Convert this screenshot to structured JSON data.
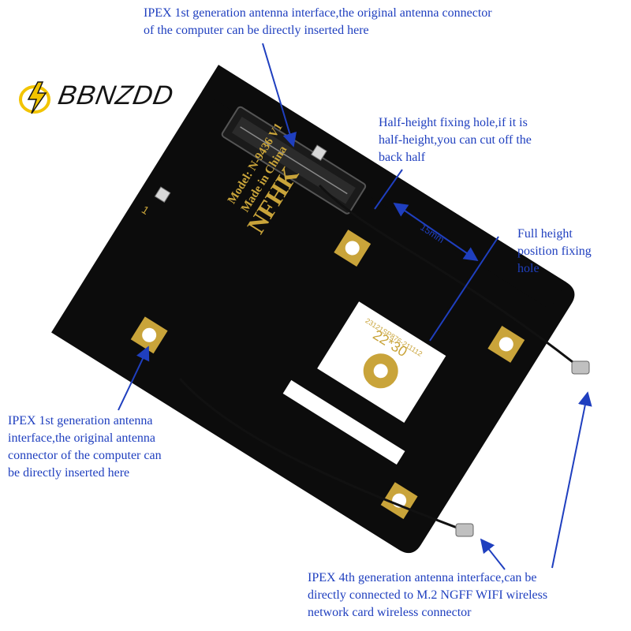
{
  "logo": {
    "text": "BBNZDD"
  },
  "annotations": {
    "top": [
      "IPEX 1st generation antenna interface,the original antenna connector",
      "of the computer can be directly inserted here"
    ],
    "half_height": [
      "Half-height fixing hole,if it is",
      "half-height,you can cut off the",
      "back half"
    ],
    "full_height": [
      "Full height",
      "position fixing",
      "hole"
    ],
    "left": [
      "IPEX 1st generation antenna",
      "interface,the original antenna",
      "connector of the computer can",
      "be directly inserted here"
    ],
    "bottom": [
      "IPEX 4th generation antenna interface,can be",
      "directly connected to M.2 NGFF WIFI wireless",
      "network card wireless connector"
    ]
  },
  "dimension_label": "15mm",
  "board": {
    "model": "Model: N-9436 V1",
    "made_in": "Made in China",
    "brand": "NFHK",
    "size_label": "22*30",
    "serial": "23121SP876-211112",
    "pin_mark": "1"
  },
  "colors": {
    "annotation": "#1f3fbf",
    "arrow": "#1f3fbf",
    "pcb": "#0c0c0c",
    "gold": "#c9a43a",
    "logo_accent": "#f2c400"
  }
}
